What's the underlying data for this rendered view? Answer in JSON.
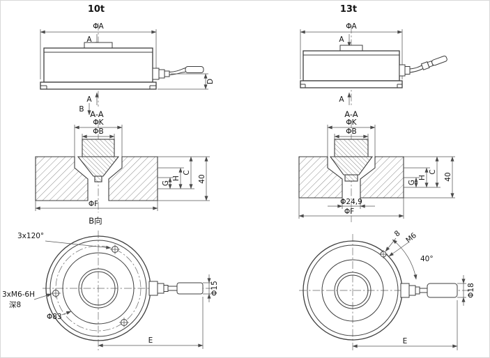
{
  "drawing": {
    "background": "#ffffff",
    "line_color": "#3d3d3d"
  },
  "models": {
    "left": {
      "title": "10t",
      "side_view": {
        "dia_a": "ΦA",
        "section_marker_top": "A",
        "section_marker_bottom": "A",
        "dim_d": "D",
        "view_marker_b": "B",
        "section_name": "A-A"
      },
      "section_view": {
        "dia_k": "ΦK",
        "dia_b": "ΦB",
        "dim_g": "G",
        "dim_h": "H",
        "dim_c": "C",
        "dim_height": "40",
        "dia_f": "ΦF"
      },
      "bottom_view": {
        "view_name": "B向",
        "hole_pattern": "3x120°",
        "thread_spec": "3xM6-6H",
        "thread_depth": "深8",
        "bolt_circle_dia": "Φ83",
        "connector_dia": "Φ15",
        "dim_e": "E"
      }
    },
    "right": {
      "title": "13t",
      "side_view": {
        "dia_a": "ΦA",
        "section_marker_top": "A",
        "section_marker_bottom": "A",
        "section_name": "A-A"
      },
      "section_view": {
        "dia_k": "ΦK",
        "dia_b": "ΦB",
        "dim_g": "G",
        "dim_h": "H",
        "dim_c": "C",
        "dim_height": "40",
        "hole_dia": "Φ24,9",
        "dia_f": "ΦF"
      },
      "bottom_view": {
        "hole_depth": "8",
        "thread_spec": "M6",
        "hole_angle": "40°",
        "connector_dia": "Φ18",
        "dim_e": "E"
      }
    }
  }
}
